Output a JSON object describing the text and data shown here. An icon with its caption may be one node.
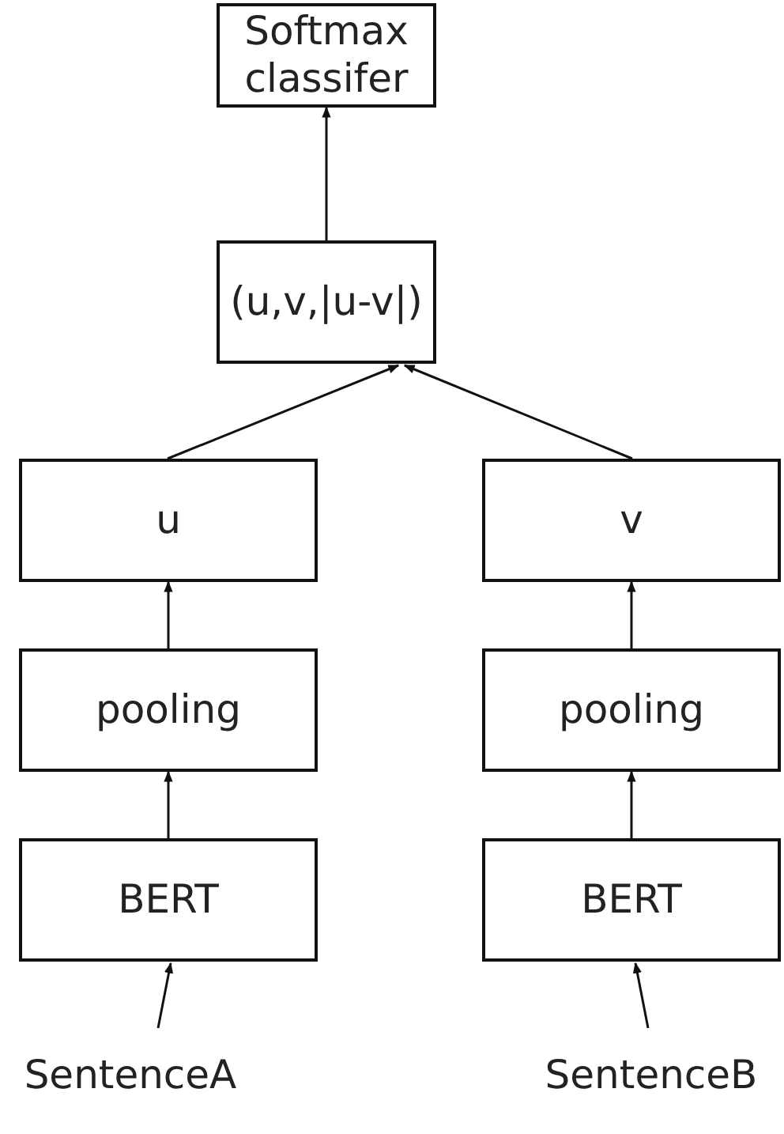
{
  "diagram": {
    "nodes": [
      {
        "text": [
          "Softmax classifer"
        ]
      },
      {
        "text": [
          "(u,v,|u-v|)"
        ]
      },
      {
        "text": [
          "u"
        ]
      },
      {
        "text": [
          "v"
        ]
      },
      {
        "text": [
          "pooling"
        ]
      },
      {
        "text": [
          "pooling"
        ]
      },
      {
        "text": [
          "BERT"
        ]
      },
      {
        "text": [
          "BERT"
        ]
      },
      {
        "text": [
          "SentenceA"
        ]
      },
      {
        "text": [
          "SentenceB"
        ]
      }
    ],
    "edges": [
      {
        "from": 1,
        "to": 0,
        "arrow": "to"
      },
      {
        "from": 2,
        "to": 1,
        "arrow": "to"
      },
      {
        "from": 3,
        "to": 1,
        "arrow": "to"
      },
      {
        "from": 4,
        "to": 2,
        "arrow": "to"
      },
      {
        "from": 5,
        "to": 3,
        "arrow": "to"
      },
      {
        "from": 6,
        "to": 4,
        "arrow": "to"
      },
      {
        "from": 7,
        "to": 5,
        "arrow": "to"
      },
      {
        "from": 8,
        "to": 6,
        "arrow": "to"
      },
      {
        "from": 9,
        "to": 7,
        "arrow": "to"
      }
    ]
  }
}
